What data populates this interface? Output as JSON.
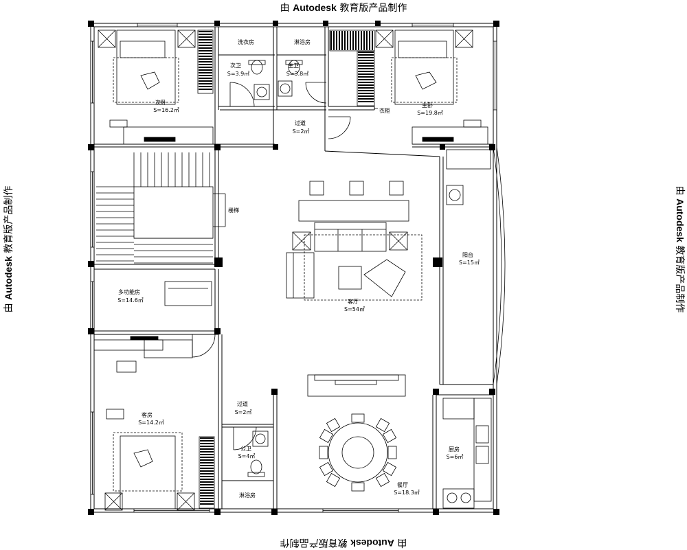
{
  "watermark": {
    "prefix": "由 ",
    "brand": "Autodesk",
    "suffix": " 教育版产品制作"
  },
  "rooms": {
    "second_bedroom": {
      "name": "次卧",
      "area": "S=16.2㎡"
    },
    "laundry": {
      "name": "洗衣房"
    },
    "bath_second": {
      "name": "次卫",
      "area": "S=3.9㎡"
    },
    "shower_master": {
      "name": "淋浴房"
    },
    "bath_master": {
      "name": "主卫",
      "area": "S=3.8㎡"
    },
    "closet": {
      "name": "衣柜"
    },
    "master_bedroom": {
      "name": "主卧",
      "area": "S=19.8㎡"
    },
    "corridor_top": {
      "name": "过道",
      "area": "S=2㎡"
    },
    "stair_label": {
      "name": "楼梯"
    },
    "living": {
      "name": "客厅",
      "area": "S=54㎡"
    },
    "balcony": {
      "name": "阳台",
      "area": "S=15㎡"
    },
    "multi_room": {
      "name": "多功能房",
      "area": "S=14.6㎡"
    },
    "guest_room": {
      "name": "客房",
      "area": "S=14.2㎡"
    },
    "corridor_bottom": {
      "name": "过道",
      "area": "S=2㎡"
    },
    "public_bath": {
      "name": "公卫",
      "area": "S=4㎡"
    },
    "shower_public": {
      "name": "淋浴房"
    },
    "dining": {
      "name": "餐厅",
      "area": "S=18.3㎡"
    },
    "kitchen": {
      "name": "厨房",
      "area": "S=6㎡"
    }
  }
}
